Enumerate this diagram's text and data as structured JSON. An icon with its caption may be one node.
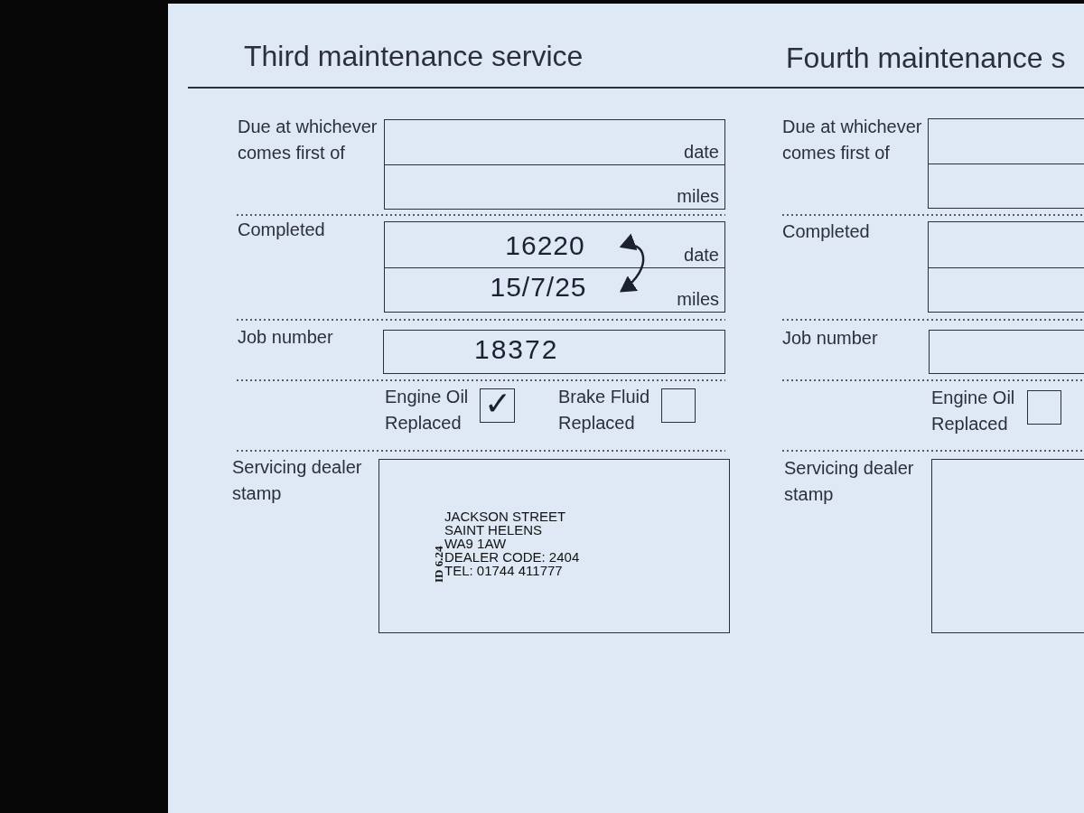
{
  "diagram": {
    "nodes": [
      {
        "text": [
          "date"
        ]
      },
      {
        "text": [
          "miles"
        ]
      },
      {
        "text": [
          "date"
        ]
      },
      {
        "text": [
          "16220"
        ],
        "in": 2
      },
      {
        "text": [
          "miles"
        ]
      },
      {
        "text": [
          "15/7/25"
        ],
        "in": 4
      },
      {
        "text": [
          "18372"
        ]
      },
      {
        "text": [
          "✓"
        ]
      },
      {
        "text": [],
        "shape": "box"
      },
      {
        "text": [
          "ID 6.24",
          "JACKSON STREET",
          "SAINT HELENS",
          "WA9 1AW",
          "DEALER CODE: 2404",
          "TEL: 01744 411777"
        ]
      },
      {
        "text": [],
        "shape": "box"
      },
      {
        "text": [],
        "shape": "box"
      },
      {
        "text": [],
        "shape": "box"
      },
      {
        "text": [],
        "shape": "box"
      },
      {
        "text": [],
        "shape": "box"
      },
      {
        "text": [],
        "shape": "box"
      },
      {
        "text": [],
        "shape": "box"
      }
    ],
    "edges": [
      {
        "from": 3,
        "to": 5,
        "arrow": "both"
      }
    ],
    "labels": [
      "Third maintenance service",
      "Due at whichever comes first of",
      "Completed",
      "Job number",
      "Engine Oil Replaced",
      "Brake Fluid Replaced",
      "Servicing dealer stamp",
      "Fourth maintenance s",
      "Due at whichever comes first of",
      "Completed",
      "Job number",
      "Engine Oil Replaced",
      "Servicing dealer stamp"
    ]
  }
}
